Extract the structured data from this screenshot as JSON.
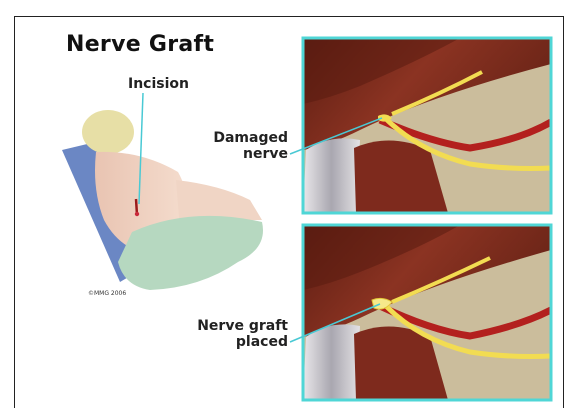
{
  "title": "Nerve Graft",
  "labels": {
    "incision": "Incision",
    "damaged_nerve": [
      "Damaged",
      "nerve"
    ],
    "nerve_graft": [
      "Nerve graft",
      "placed"
    ]
  },
  "copyright": "©MMG 2006",
  "colors": {
    "panel_border": "#4fd6d6",
    "muscle": "#7a2a1c",
    "nerve": "#f2dc52",
    "artery": "#b3201e",
    "tissue": "#cbbd9c",
    "callout_line": "#49c9d4",
    "gown": "#b6d8c0",
    "chair": "#6b87c4"
  }
}
